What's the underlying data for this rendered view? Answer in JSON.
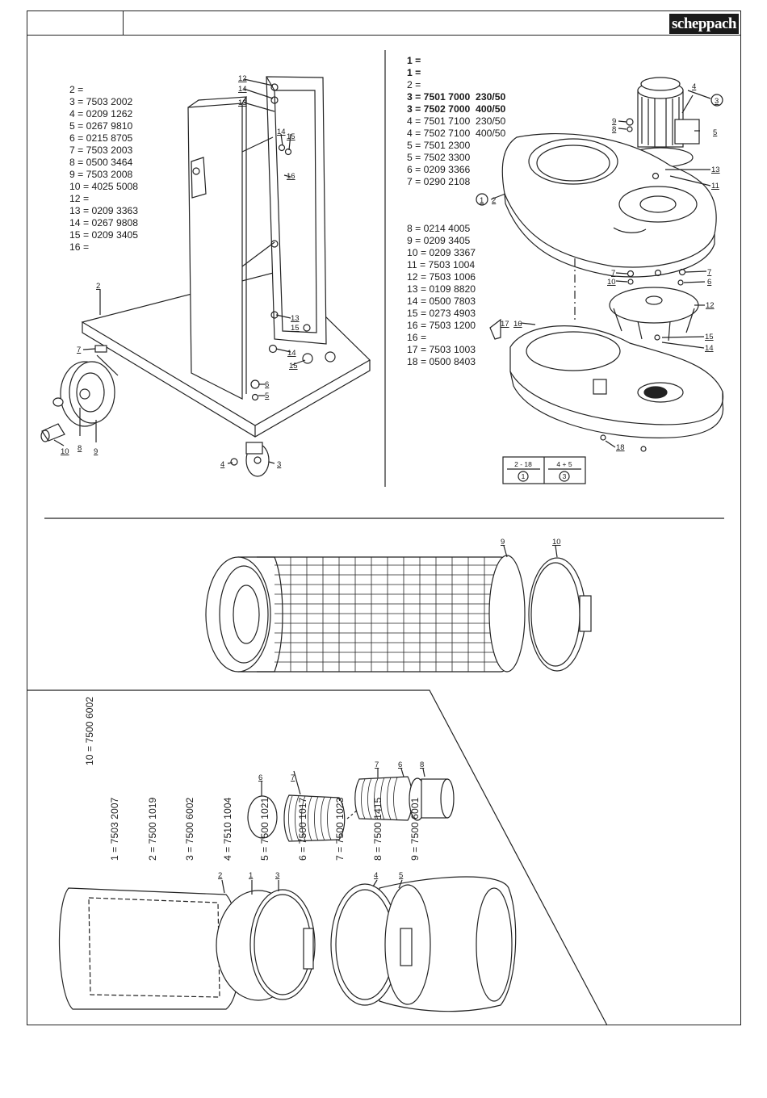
{
  "brand": {
    "logo": "scheppach"
  },
  "stand_parts": [
    "2 =",
    "3 = 7503 2002",
    "4 = 0209 1262",
    "5 = 0267 9810",
    "6 = 0215 8705",
    "7 = 7503 2003",
    "8 = 0500 3464",
    "9 = 7503 2008",
    "10 = 4025 5008",
    "12 =",
    "13 = 0209 3363",
    "14 = 0267 9808",
    "15 = 0209 3405",
    "16 ="
  ],
  "fan_parts_top": [
    "1 =",
    "1 =",
    "2 =",
    "3 = 7501 7000  230/50",
    "3 = 7502 7000  400/50",
    "4 = 7501 7100  230/50",
    "4 = 7502 7100  400/50",
    "5 = 7501 2300",
    "5 = 7502 3300",
    "6 = 0209 3366",
    "7 = 0290 2108"
  ],
  "fan_parts_bottom": [
    "8 = 0214 4005",
    "9 = 0209 3405",
    "10 = 0209 3367",
    "11 = 7503 1004",
    "12 = 7503 1006",
    "13 = 0109 8820",
    "14 = 0500 7803",
    "15 = 0273 4903",
    "16 = 7503 1200",
    "16 =",
    "17 = 7503 1003",
    "18 = 0500 8403"
  ],
  "bag_parts": [
    "1 = 7503 2007",
    "2 = 7500 1019",
    "3 = 7500 6002",
    "4 = 7510 1004",
    "5 = 7500 1021",
    "6 = 7500 1017",
    "7 = 7500 1023",
    "8 = 7500 1415",
    "9 = 7500 6001"
  ],
  "bag_parts_extra": "10 = 7500 6002",
  "assembly_key": {
    "left_range": "2 - 18",
    "left_ref": "1",
    "right_range": "4 + 5",
    "right_ref": "3"
  },
  "callouts": {
    "stand": [
      "12",
      "14",
      "13",
      "14",
      "15",
      "16",
      "2",
      "13",
      "15",
      "14",
      "15",
      "6",
      "5",
      "7",
      "8",
      "9",
      "10",
      "4",
      "3"
    ],
    "fan": [
      "4",
      "3",
      "9",
      "8",
      "5",
      "13",
      "11",
      "1",
      "2",
      "7",
      "10",
      "6",
      "7",
      "12",
      "17",
      "16",
      "15",
      "14",
      "18"
    ],
    "filter": [
      "9",
      "10"
    ],
    "bag": [
      "6",
      "7",
      "7",
      "6",
      "8",
      "2",
      "1",
      "3",
      "4",
      "5"
    ]
  },
  "callout_ref_ids": {
    "motor": "3",
    "housing": "1"
  }
}
